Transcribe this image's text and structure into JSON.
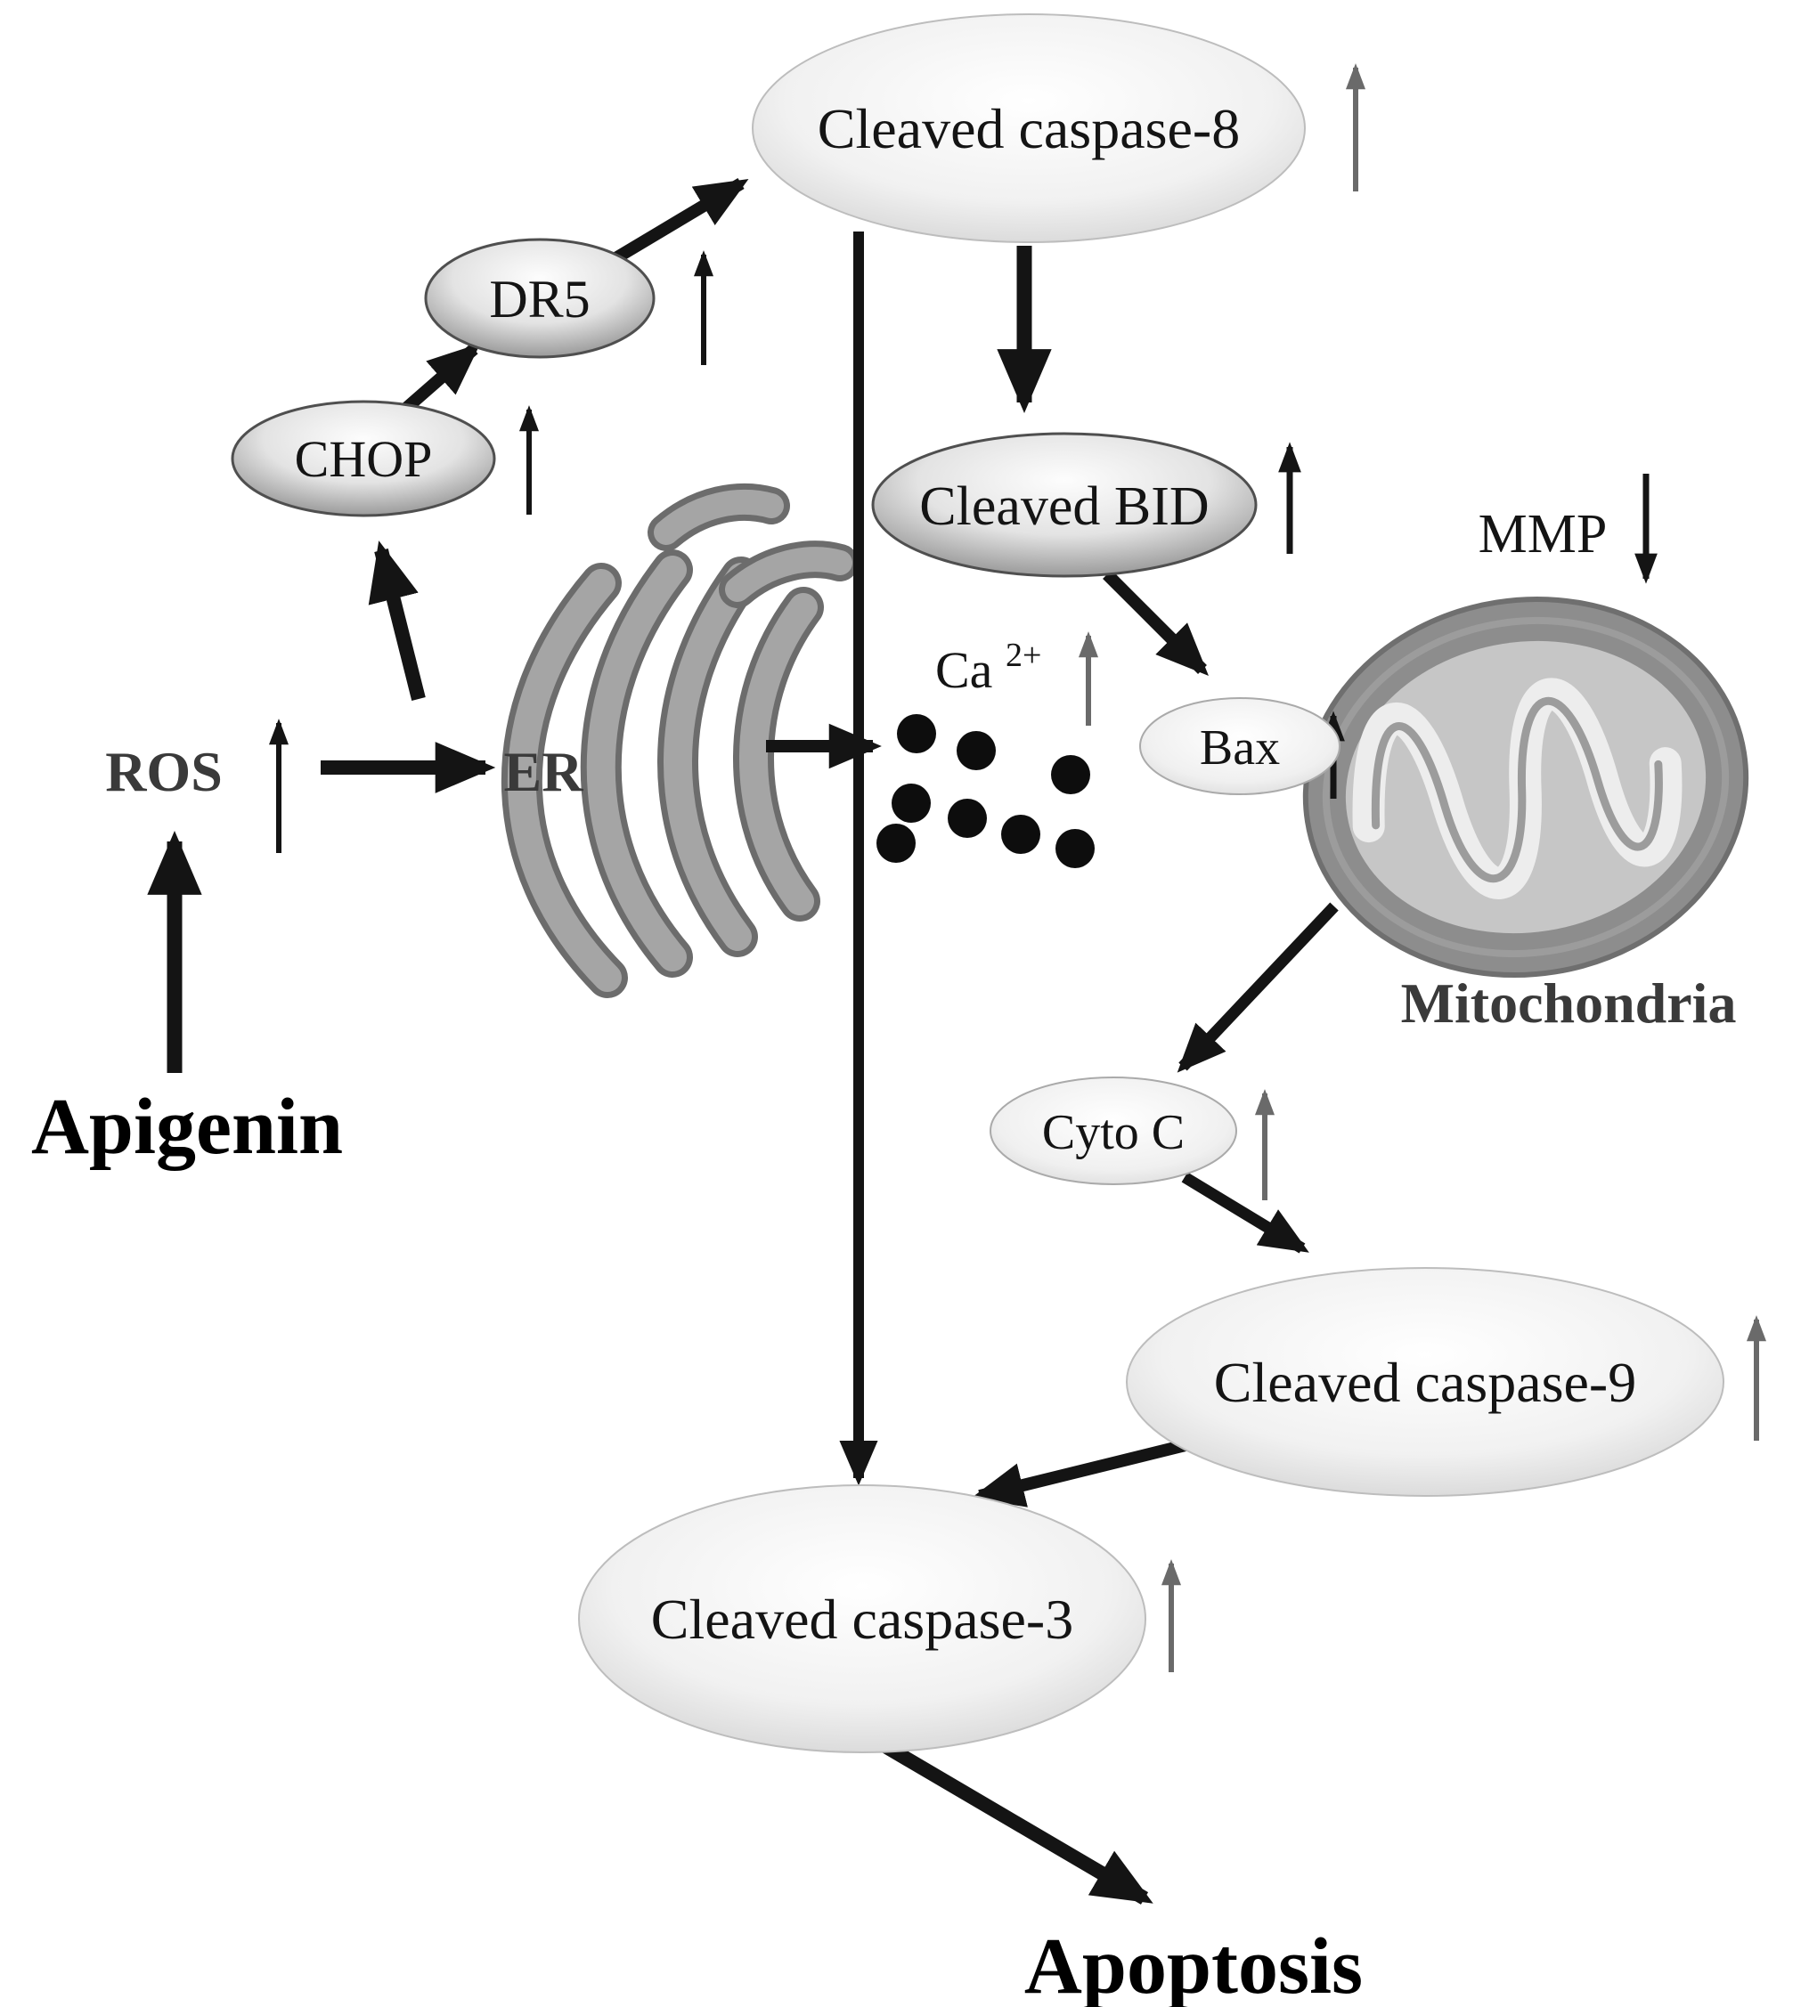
{
  "nodes": {
    "apigenin": {
      "label": "Apigenin"
    },
    "ros": {
      "label": "ROS",
      "change": "up"
    },
    "er": {
      "label": "ER"
    },
    "chop": {
      "label": "CHOP",
      "change": "up"
    },
    "dr5": {
      "label": "DR5",
      "change": "up"
    },
    "caspase8": {
      "label": "Cleaved caspase-8",
      "change": "up"
    },
    "cleaved_bid": {
      "label": "Cleaved BID",
      "change": "up"
    },
    "calcium": {
      "base": "Ca",
      "superscript": "2+",
      "change": "up"
    },
    "mmp": {
      "label": "MMP",
      "change": "down"
    },
    "bax": {
      "label": "Bax",
      "change": "up"
    },
    "mitochondria": {
      "label": "Mitochondria"
    },
    "cyto_c": {
      "label": "Cyto C",
      "change": "up"
    },
    "caspase9": {
      "label": "Cleaved caspase-9",
      "change": "up"
    },
    "caspase3": {
      "label": "Cleaved caspase-3",
      "change": "up"
    },
    "apoptosis": {
      "label": "Apoptosis"
    }
  },
  "colors": {
    "background": "#ffffff",
    "ink": "#141414",
    "gray_indicator": "#6a6a6a",
    "node_light_edge": "#c9c9c9",
    "node_dark_edge": "#6f6f6f",
    "er_gray": "#a5a5a5",
    "mitochondria_outer": "#8d8d8d",
    "mitochondria_inner": "#c6c6c6"
  }
}
